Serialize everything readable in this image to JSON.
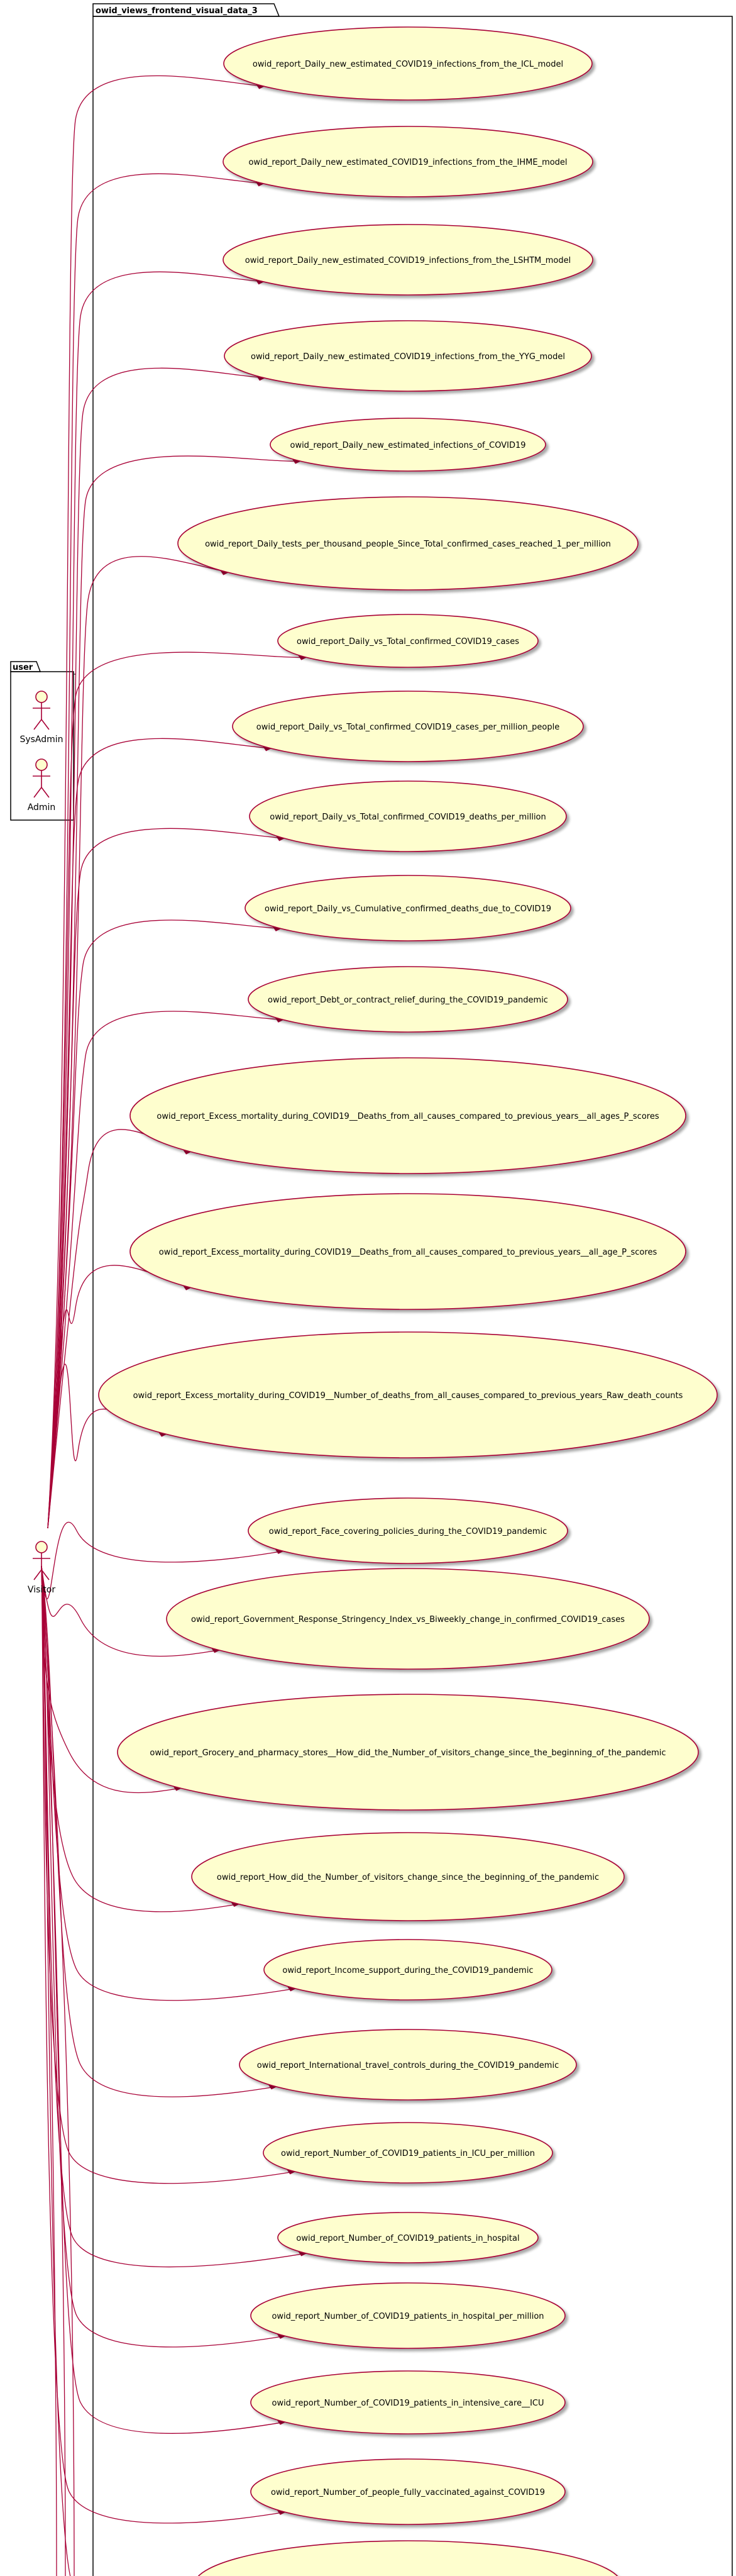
{
  "packages": {
    "user": {
      "title": "user"
    },
    "main": {
      "title": "owid_views_frontend_visual_data_3"
    }
  },
  "actors": [
    {
      "id": "sysadmin",
      "label": "SysAdmin"
    },
    {
      "id": "admin",
      "label": "Admin"
    },
    {
      "id": "visitor",
      "label": "Visitor"
    }
  ],
  "use_cases": [
    {
      "label": "owid_report_Daily_new_estimated_COVID19_infections_from_the_ICL_model"
    },
    {
      "label": "owid_report_Daily_new_estimated_COVID19_infections_from_the_IHME_model"
    },
    {
      "label": "owid_report_Daily_new_estimated_COVID19_infections_from_the_LSHTM_model"
    },
    {
      "label": "owid_report_Daily_new_estimated_COVID19_infections_from_the_YYG_model"
    },
    {
      "label": "owid_report_Daily_new_estimated_infections_of_COVID19"
    },
    {
      "label": "owid_report_Daily_tests_per_thousand_people_Since_Total_confirmed_cases_reached_1_per_million"
    },
    {
      "label": "owid_report_Daily_vs_Total_confirmed_COVID19_cases"
    },
    {
      "label": "owid_report_Daily_vs_Total_confirmed_COVID19_cases_per_million_people"
    },
    {
      "label": "owid_report_Daily_vs_Total_confirmed_COVID19_deaths_per_million"
    },
    {
      "label": "owid_report_Daily_vs_Cumulative_confirmed_deaths_due_to_COVID19"
    },
    {
      "label": "owid_report_Debt_or_contract_relief_during_the_COVID19_pandemic"
    },
    {
      "label": "owid_report_Excess_mortality_during_COVID19__Deaths_from_all_causes_compared_to_previous_years__all_ages_P_scores"
    },
    {
      "label": "owid_report_Excess_mortality_during_COVID19__Deaths_from_all_causes_compared_to_previous_years__all_age_P_scores"
    },
    {
      "label": "owid_report_Excess_mortality_during_COVID19__Number_of_deaths_from_all_causes_compared_to_previous_years_Raw_death_counts"
    },
    {
      "label": "owid_report_Face_covering_policies_during_the_COVID19_pandemic"
    },
    {
      "label": "owid_report_Government_Response_Stringency_Index_vs_Biweekly_change_in_confirmed_COVID19_cases"
    },
    {
      "label": "owid_report_Grocery_and_pharmacy_stores__How_did_the_Number_of_visitors_change_since_the_beginning_of_the_pandemic"
    },
    {
      "label": "owid_report_How_did_the_Number_of_visitors_change_since_the_beginning_of_the_pandemic"
    },
    {
      "label": "owid_report_Income_support_during_the_COVID19_pandemic"
    },
    {
      "label": "owid_report_International_travel_controls_during_the_COVID19_pandemic"
    },
    {
      "label": "owid_report_Number_of_COVID19_patients_in_ICU_per_million"
    },
    {
      "label": "owid_report_Number_of_COVID19_patients_in_hospital"
    },
    {
      "label": "owid_report_Number_of_COVID19_patients_in_hospital_per_million"
    },
    {
      "label": "owid_report_Number_of_COVID19_patients_in_intensive_care__ICU"
    },
    {
      "label": "owid_report_Number_of_people_fully_vaccinated_against_COVID19"
    },
    {
      "label": ""
    }
  ],
  "colors": {
    "ellipse_fill": "#FEFECE",
    "ellipse_stroke": "#A80036",
    "link": "#A80036",
    "actor_fill": "#FEFECE",
    "actor_stroke": "#A80036",
    "package_stroke": "#000000",
    "shadow": "#cfcfcf"
  }
}
